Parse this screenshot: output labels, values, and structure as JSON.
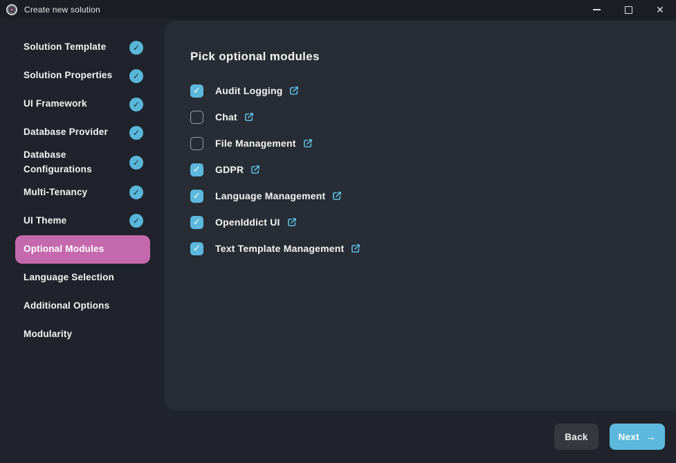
{
  "window": {
    "title": "Create new solution",
    "controls": {
      "minimize": "minimize",
      "maximize": "maximize",
      "close_glyph": "✕"
    }
  },
  "sidebar": {
    "steps": [
      {
        "label": "Solution Template",
        "completed": true,
        "active": false
      },
      {
        "label": "Solution Properties",
        "completed": true,
        "active": false
      },
      {
        "label": "UI Framework",
        "completed": true,
        "active": false
      },
      {
        "label": "Database Provider",
        "completed": true,
        "active": false
      },
      {
        "label": "Database Configurations",
        "completed": true,
        "active": false
      },
      {
        "label": "Multi-Tenancy",
        "completed": true,
        "active": false
      },
      {
        "label": "UI Theme",
        "completed": true,
        "active": false
      },
      {
        "label": "Optional Modules",
        "completed": false,
        "active": true
      },
      {
        "label": "Language Selection",
        "completed": false,
        "active": false
      },
      {
        "label": "Additional Options",
        "completed": false,
        "active": false
      },
      {
        "label": "Modularity",
        "completed": false,
        "active": false
      }
    ]
  },
  "main": {
    "heading": "Pick optional modules",
    "modules": [
      {
        "label": "Audit Logging",
        "checked": true
      },
      {
        "label": "Chat",
        "checked": false
      },
      {
        "label": "File Management",
        "checked": false
      },
      {
        "label": "GDPR",
        "checked": true
      },
      {
        "label": "Language Management",
        "checked": true
      },
      {
        "label": "OpenIddict UI",
        "checked": true
      },
      {
        "label": "Text Template Management",
        "checked": true
      }
    ]
  },
  "footer": {
    "back_label": "Back",
    "next_label": "Next",
    "next_arrow": "→"
  },
  "icons": {
    "check_glyph": "✓",
    "external_link": "external-link-icon"
  },
  "colors": {
    "titlebar_bg": "#1b1e24",
    "window_bg": "#20232b",
    "panel_bg": "#282c35",
    "accent_blue": "#5cb8dc",
    "active_step_pink": "#c569ae",
    "badge_check_dark": "#242b38",
    "back_button_bg": "#35383f"
  }
}
